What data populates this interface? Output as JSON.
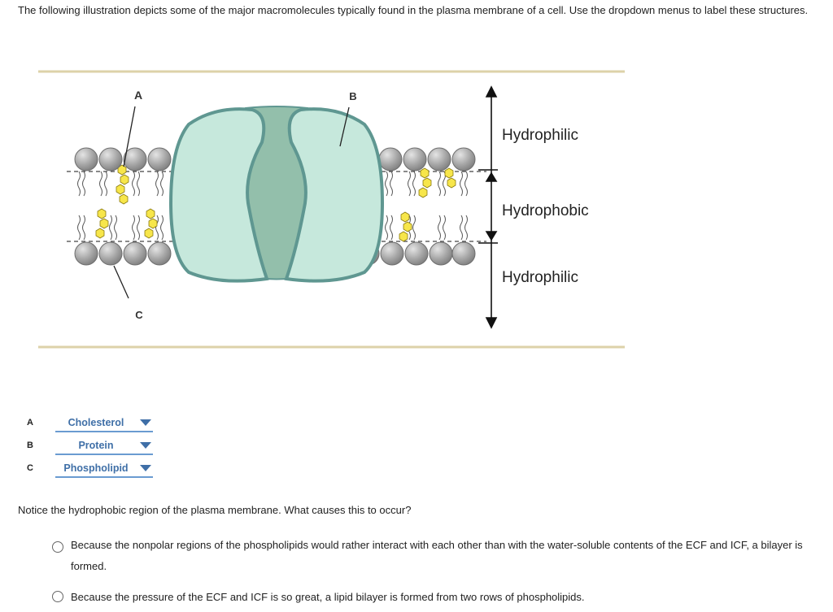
{
  "intro_text": "The following illustration depicts some of the major macromolecules typically found in the plasma membrane of a cell. Use the dropdown menus to label these structures.",
  "figure": {
    "label_a": "A",
    "label_b": "B",
    "label_c": "C",
    "region_top": "Hydrophilic",
    "region_middle": "Hydrophobic",
    "region_bottom": "Hydrophilic"
  },
  "dropdowns": [
    {
      "letter": "A",
      "value": "Cholesterol"
    },
    {
      "letter": "B",
      "value": "Protein"
    },
    {
      "letter": "C",
      "value": "Phospholipid"
    }
  ],
  "question": "Notice the hydrophobic region of the plasma membrane. What causes this to occur?",
  "options": [
    {
      "text": "Because the nonpolar regions of the phospholipids would rather interact with each other than with the water-soluble contents of the ECF and ICF, a bilayer is formed."
    },
    {
      "text": "Because the pressure of the ECF and ICF is so great, a lipid bilayer is formed from two rows of phospholipids."
    }
  ],
  "colors": {
    "accent": "#3f6fa7",
    "underline": "#6a9bd1",
    "protein_light": "#c6e8dc",
    "protein_dark": "#93bfab",
    "protein_outline": "#5f9791",
    "head": "#9e9e9e",
    "cholesterol": "#f7e64a",
    "frame_line": "#ddd2a9"
  }
}
